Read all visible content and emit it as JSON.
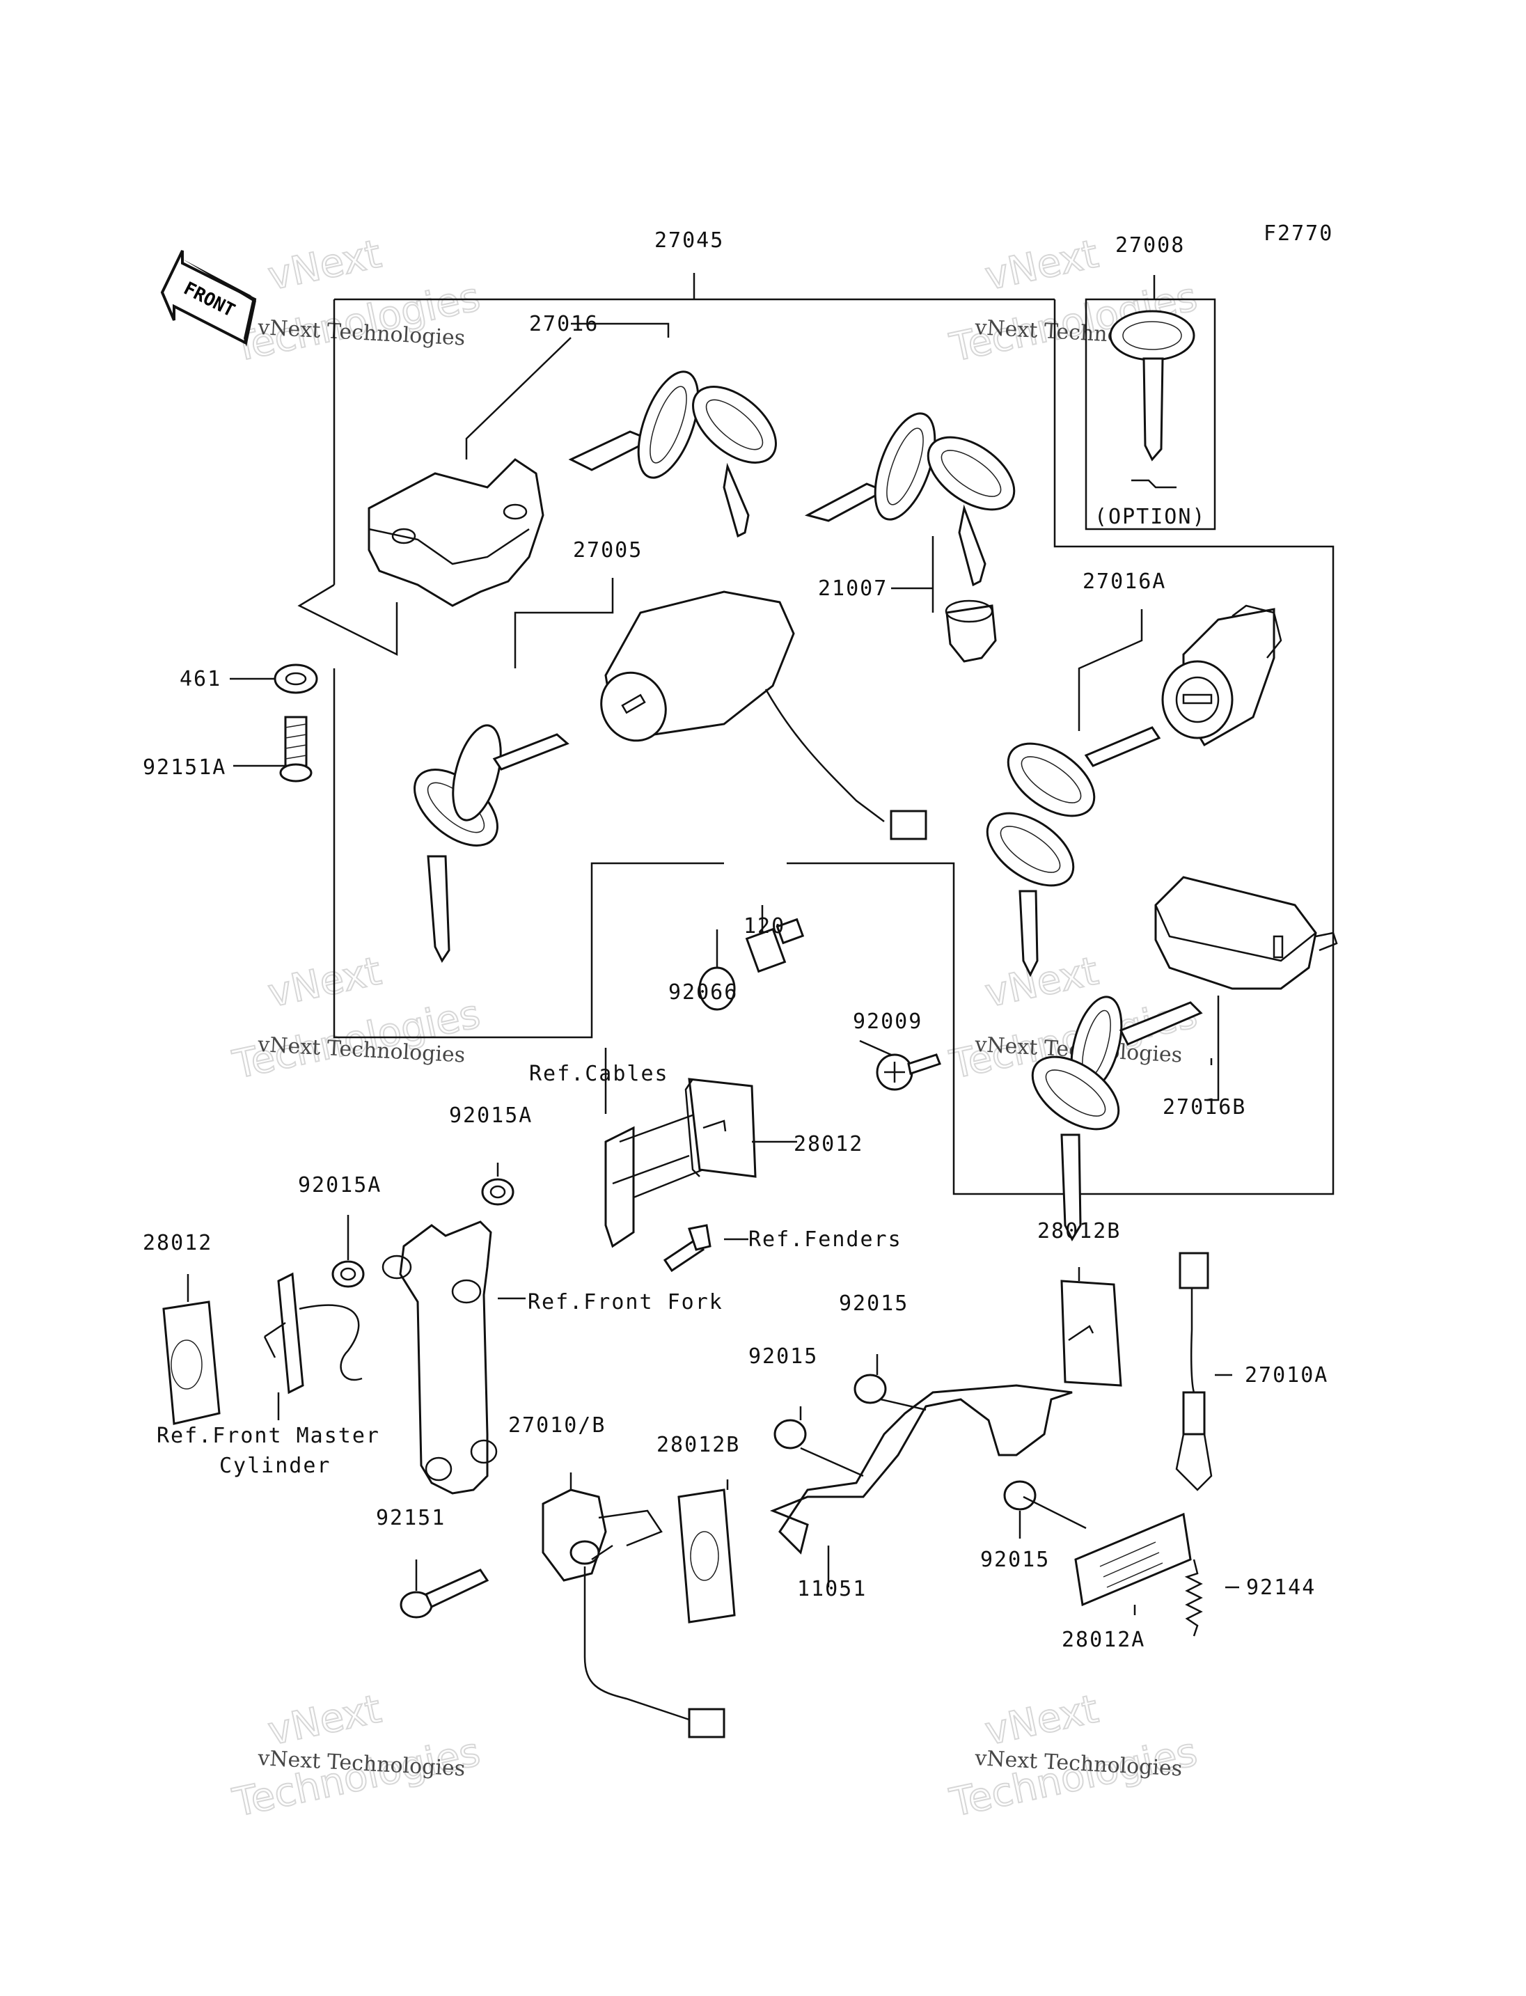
{
  "figure_code": "F2770",
  "front_badge": "FRONT",
  "option_label": "(OPTION)",
  "watermark": {
    "line1": "vNext Technologies",
    "big1": "vNext",
    "big2": "Technologies"
  },
  "labels": {
    "l27045": "27045",
    "l27008": "27008",
    "l27016": "27016",
    "l27005": "27005",
    "l21007": "21007",
    "l27016A": "27016A",
    "l461": "461",
    "l92151A": "92151A",
    "l120": "120",
    "l92066": "92066",
    "l92009": "92009",
    "l27016B": "27016B",
    "refCables": "Ref.Cables",
    "l92015A_1": "92015A",
    "l28012_1": "28012",
    "l92015A_2": "92015A",
    "refFenders": "Ref.Fenders",
    "l28012_2": "28012",
    "l28012B_1": "28012B",
    "refFrontFork": "Ref.Front Fork",
    "l92015_1": "92015",
    "l27010A": "27010A",
    "l92015_2": "92015",
    "refMaster1": "Ref.Front Master",
    "refMaster2": "Cylinder",
    "l27010B": "27010/B",
    "l28012B_2": "28012B",
    "l92151": "92151",
    "l11051": "11051",
    "l92015_3": "92015",
    "l92144": "92144",
    "l28012A": "28012A"
  }
}
